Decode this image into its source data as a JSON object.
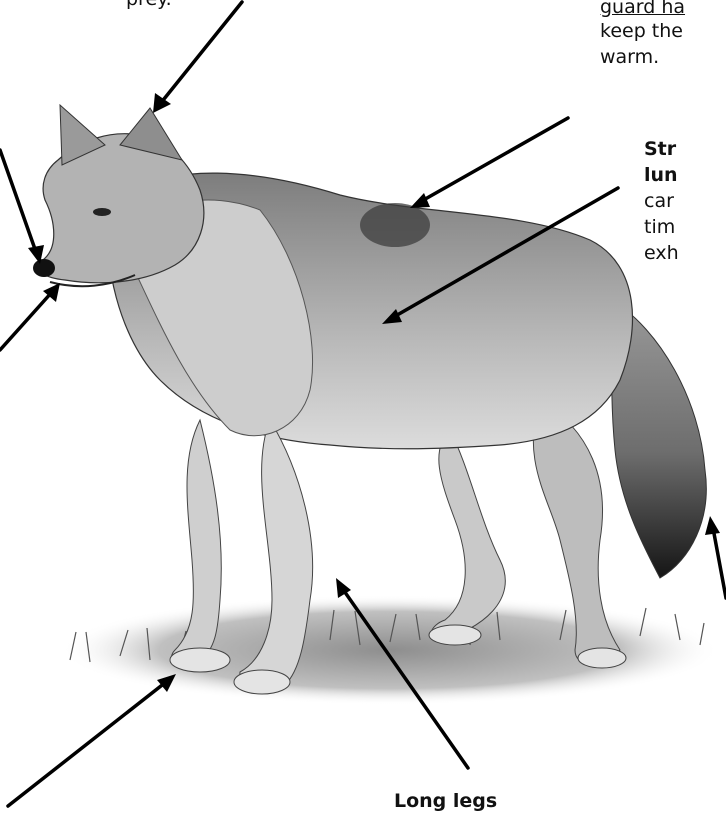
{
  "labels": {
    "top_left_fragment": "prey.",
    "guard_hair_fragment": "guard ha",
    "keep_fragment": "keep the",
    "warm": "warm.",
    "strong_lungs_1": "Str",
    "strong_lungs_2": "lun",
    "carry_fragment": "car",
    "time_fragment": "tim",
    "exh_fragment": "exh",
    "long_legs": "Long legs"
  },
  "illustration": {
    "subject": "wolf",
    "style": "pencil sketch",
    "ink_color": "#111111"
  }
}
